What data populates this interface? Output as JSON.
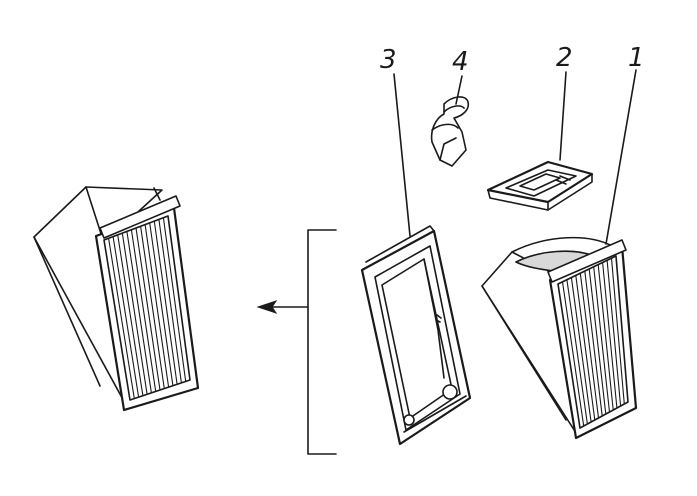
{
  "diagram": {
    "callouts": [
      {
        "id": "label-1",
        "text": "1"
      },
      {
        "id": "label-2",
        "text": "2"
      },
      {
        "id": "label-3",
        "text": "3"
      },
      {
        "id": "label-4",
        "text": "4"
      }
    ]
  },
  "colors": {
    "ink": "#1a1a1a",
    "background": "#ffffff"
  },
  "icons": {
    "arrow": "arrow-left-icon"
  }
}
